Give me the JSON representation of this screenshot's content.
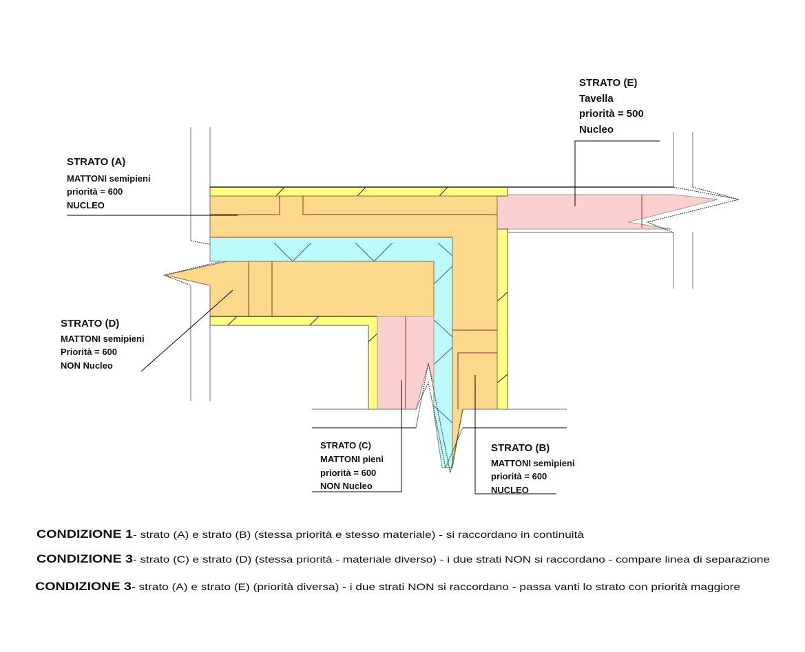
{
  "labels": {
    "strato_a": {
      "title": "STRATO (A)",
      "lines": [
        "MATTONI semipieni",
        "priorità = 600",
        "NUCLEO"
      ]
    },
    "strato_b": {
      "title": "STRATO (B)",
      "lines": [
        "MATTONI semipieni",
        "priorità = 600",
        "NUCLEO"
      ]
    },
    "strato_c": {
      "title": "STRATO (C)",
      "lines": [
        "MATTONI pieni",
        "priorità = 600",
        "NON Nucleo"
      ]
    },
    "strato_d": {
      "title": "STRATO (D)",
      "lines": [
        "MATTONI semipieni",
        "Priorità = 600",
        "NON Nucleo"
      ]
    },
    "strato_e": {
      "title": "STRATO (E)",
      "lines": [
        "Tavella",
        "priorità = 500",
        "Nucleo"
      ]
    }
  },
  "conditions": [
    {
      "head": "CONDIZIONE 1",
      "text": " - strato (A) e strato (B) (stessa priorità e stesso materiale) - si raccordano in continuità"
    },
    {
      "head": "CONDIZIONE 3",
      "text": " - strato (C) e strato (D) (stessa priorità - materiale diverso) - i due strati NON si raccordano - compare linea di separazione"
    },
    {
      "head": "CONDIZIONE 3",
      "text": " - strato (A) e strato (E) (priorità diversa) - i due strati NON si raccordano - passa vanti lo strato con priorità maggiore"
    }
  ],
  "colors": {
    "yellow": "#ffff80",
    "orange": "#fdd98c",
    "cyan": "#bdfbfb",
    "pink": "#fdd0d0"
  }
}
